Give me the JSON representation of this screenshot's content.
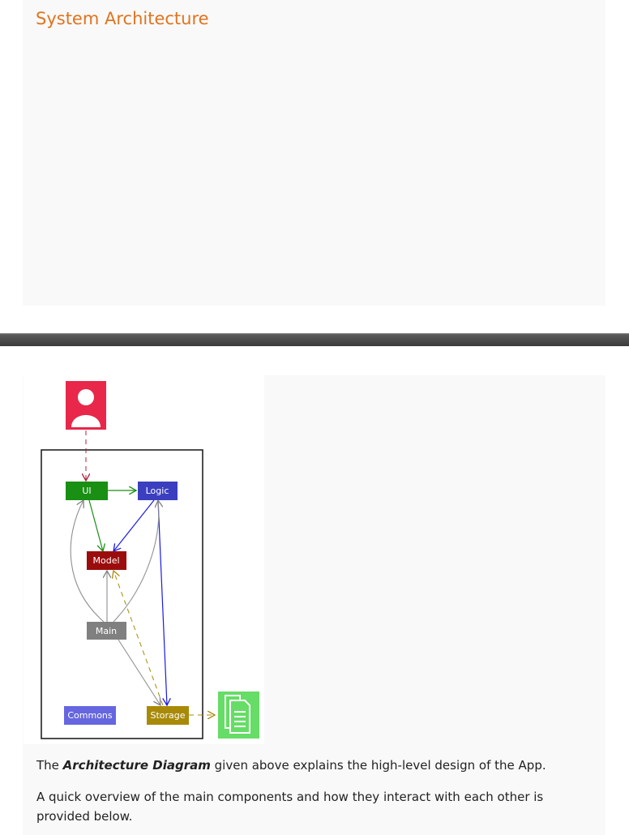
{
  "section": {
    "title": "System Architecture"
  },
  "diagram": {
    "nodes": {
      "user": "user-icon",
      "ui": "UI",
      "logic": "Logic",
      "model": "Model",
      "main": "Main",
      "commons": "Commons",
      "storage": "Storage",
      "file": "file-icon"
    },
    "colors": {
      "ui": "#198f14",
      "logic": "#3b3fbf",
      "model": "#9b0d0d",
      "main": "#808080",
      "commons": "#6666e0",
      "storage": "#a88a08",
      "user": "#e8274a",
      "file": "#66dd66"
    }
  },
  "text": {
    "p1_prefix": "The ",
    "p1_bold": "Architecture Diagram",
    "p1_suffix": " given above explains the high-level design of the App.",
    "p2": "A quick overview of the main components and how they interact with each other is provided below."
  }
}
